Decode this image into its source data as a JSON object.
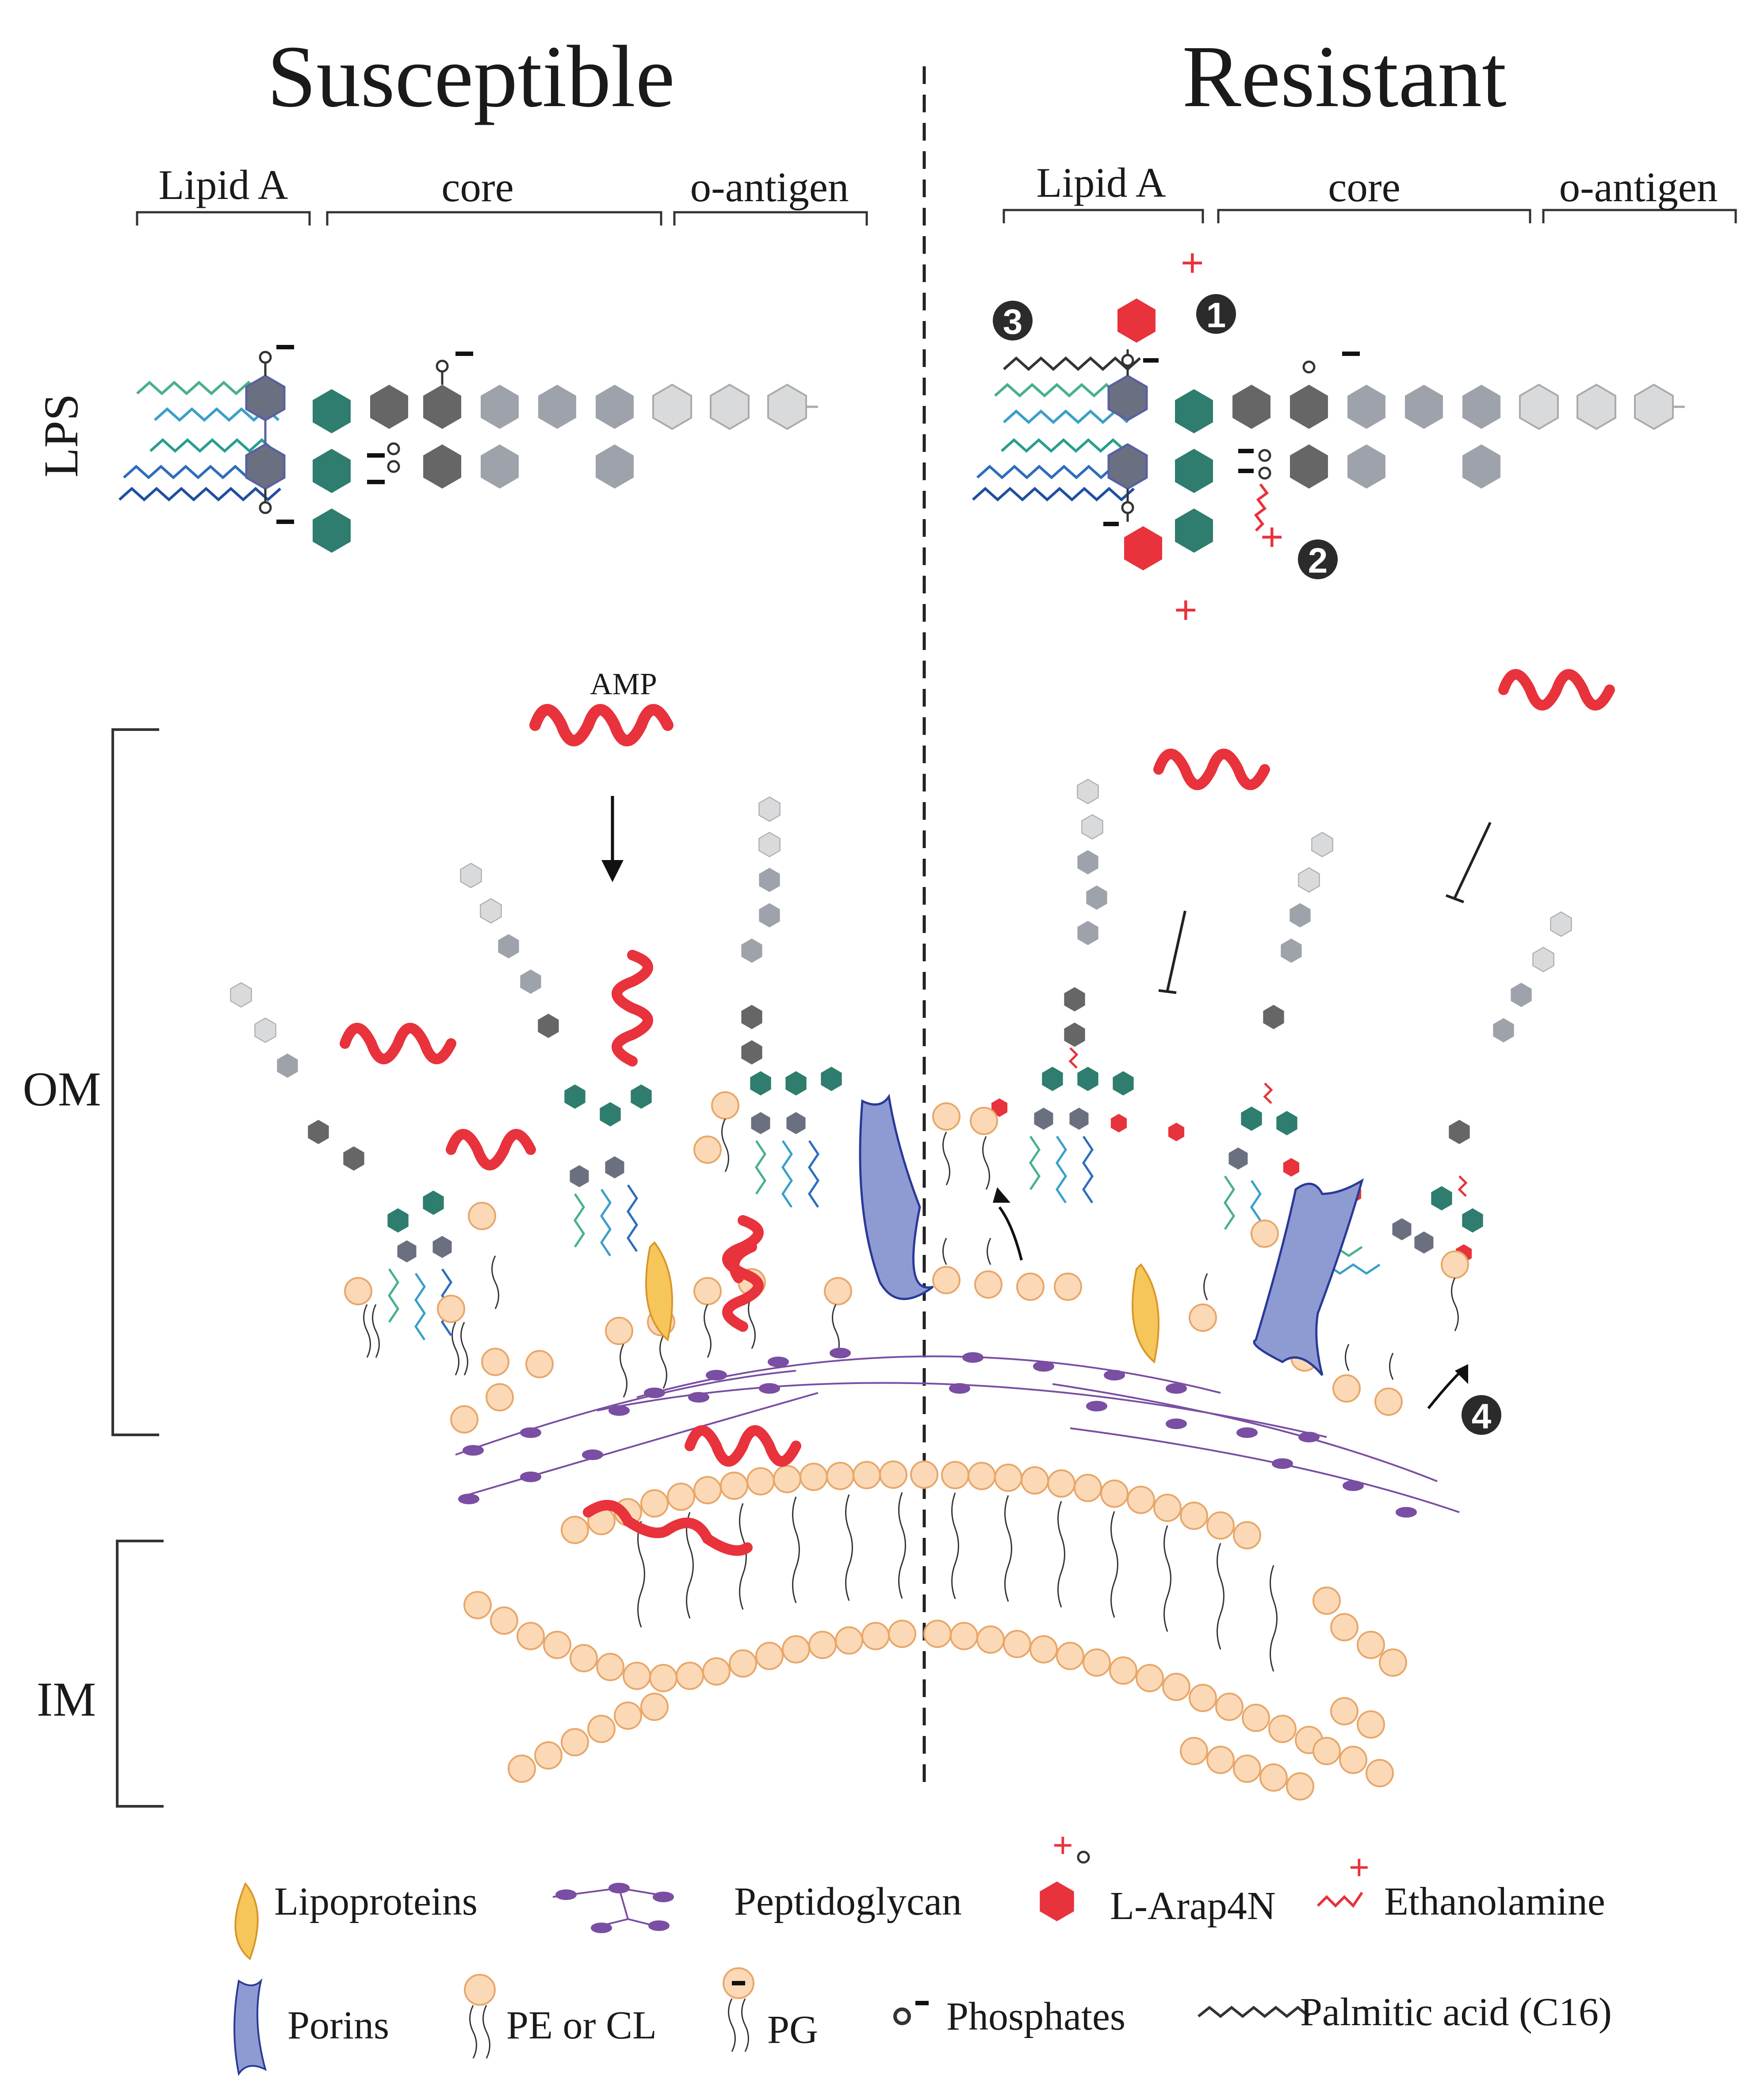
{
  "columns": {
    "left_title": "Susceptible",
    "right_title": "Resistant"
  },
  "lps_segments": {
    "lipid_a": "Lipid A",
    "core": "core",
    "o_antigen": "o-antigen"
  },
  "side_labels": {
    "lps": "LPS",
    "om": "OM",
    "im": "IM"
  },
  "amp_label": "AMP",
  "markers": [
    "1",
    "2",
    "3",
    "4"
  ],
  "signs": {
    "positive": "+",
    "negative": "−"
  },
  "legend": {
    "lipoproteins": "Lipoproteins",
    "peptidoglycan": "Peptidoglycan",
    "l_arap4n": "L-Arap4N",
    "ethanolamine": "Ethanolamine",
    "porins": "Porins",
    "pe_or_cl": "PE or CL",
    "pg": "PG",
    "phosphates": "Phosphates",
    "palmitic_acid": "Palmitic acid (C16)"
  },
  "colors": {
    "lipid_a_sugar": "#6b7080",
    "core_inner": "#2e7d6e",
    "core_dark": "#666666",
    "core_mid": "#9ea3ab",
    "o_antigen": "#d9dadc",
    "l_arap4n": "#e8323c",
    "amp": "#e8323c",
    "phospholipid_head": "#fbd9b6",
    "porin": "#8e9bd3",
    "lipoprotein": "#f7c65a",
    "peptidoglycan": "#7a4ea3"
  }
}
